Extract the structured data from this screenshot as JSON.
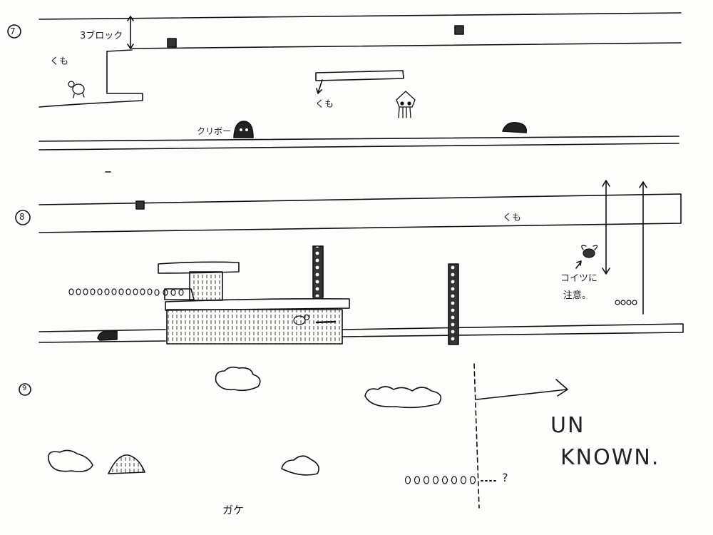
{
  "sections": [
    {
      "number": "7",
      "labels": {
        "block_gap": "3ブロック",
        "cloud_left": "くも",
        "cloud_mid": "くも",
        "kuribo": "クリボー"
      }
    },
    {
      "number": "8",
      "labels": {
        "cloud": "くも",
        "warning_line1": "コイツに",
        "warning_line2": "注意。"
      }
    },
    {
      "number": "9",
      "labels": {
        "question": "?",
        "unknown_line1": "UN",
        "unknown_line2": "KNOWN.",
        "cliff": "ガケ"
      }
    }
  ],
  "colors": {
    "ink": "#111111",
    "paper": "#fdfdfb"
  }
}
